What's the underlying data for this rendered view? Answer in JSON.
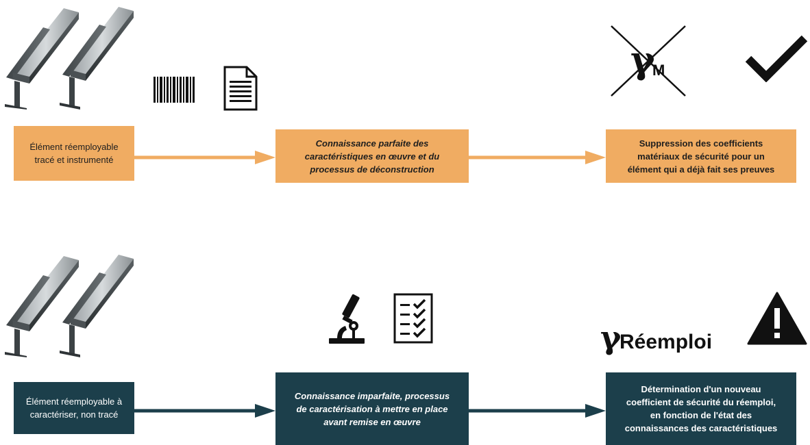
{
  "row1": {
    "box1": "Élément réemployable tracé et instrumenté",
    "box2": "Connaissance parfaite des caractéristiques en œuvre et du processus de déconstruction",
    "box3": "Suppression des coefficients matériaux de sécurité pour un élément qui a déjà fait ses preuves",
    "gamma_symbol": "γ",
    "gamma_subscript": "M",
    "icons": [
      "steel-beam-icon",
      "barcode-icon",
      "document-icon",
      "crossed-out-icon",
      "checkmark-icon"
    ],
    "color": "#F0AC62"
  },
  "row2": {
    "box1": "Élément réemployable à caractériser, non tracé",
    "box2": "Connaissance imparfaite, processus de caractérisation à mettre en place avant remise en œuvre",
    "box3": "Détermination d'un nouveau coefficient de sécurité du réemploi, en fonction de l'état des connaissances des caractéristiques",
    "gamma_symbol": "γ",
    "gamma_subscript": "Réemploi",
    "icons": [
      "steel-beam-icon",
      "microscope-icon",
      "checklist-icon",
      "warning-icon"
    ],
    "color": "#1C3F4B"
  }
}
